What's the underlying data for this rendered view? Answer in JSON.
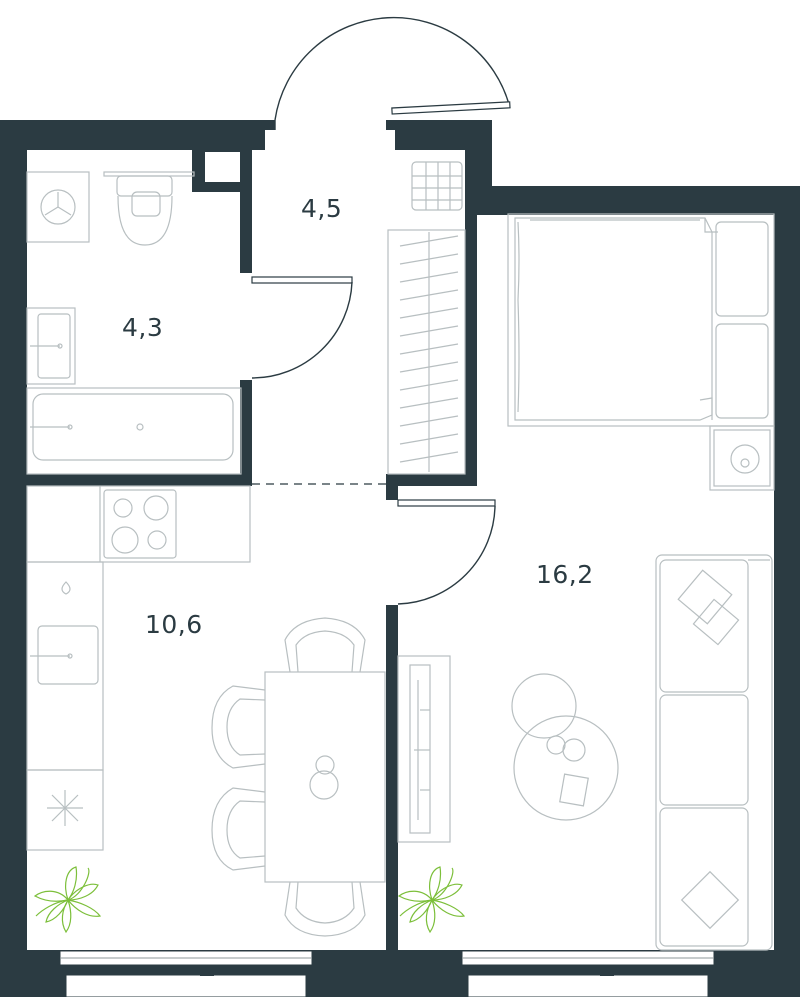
{
  "colors": {
    "wall": "#2b3b42",
    "floor": "#ffffff",
    "furniture_line": "#b8bfc1",
    "plant": "#7cbf3a"
  },
  "rooms": {
    "bathroom": {
      "area": "4,3"
    },
    "hall": {
      "area": "4,5"
    },
    "kitchen": {
      "area": "10,6"
    },
    "bedroom_living": {
      "area": "16,2"
    }
  },
  "icons": [
    "plant-icon",
    "stove-icon",
    "sink-icon",
    "toilet-icon",
    "washer-icon",
    "bathtub-icon",
    "bed-icon",
    "sofa-icon",
    "tv-unit-icon"
  ]
}
